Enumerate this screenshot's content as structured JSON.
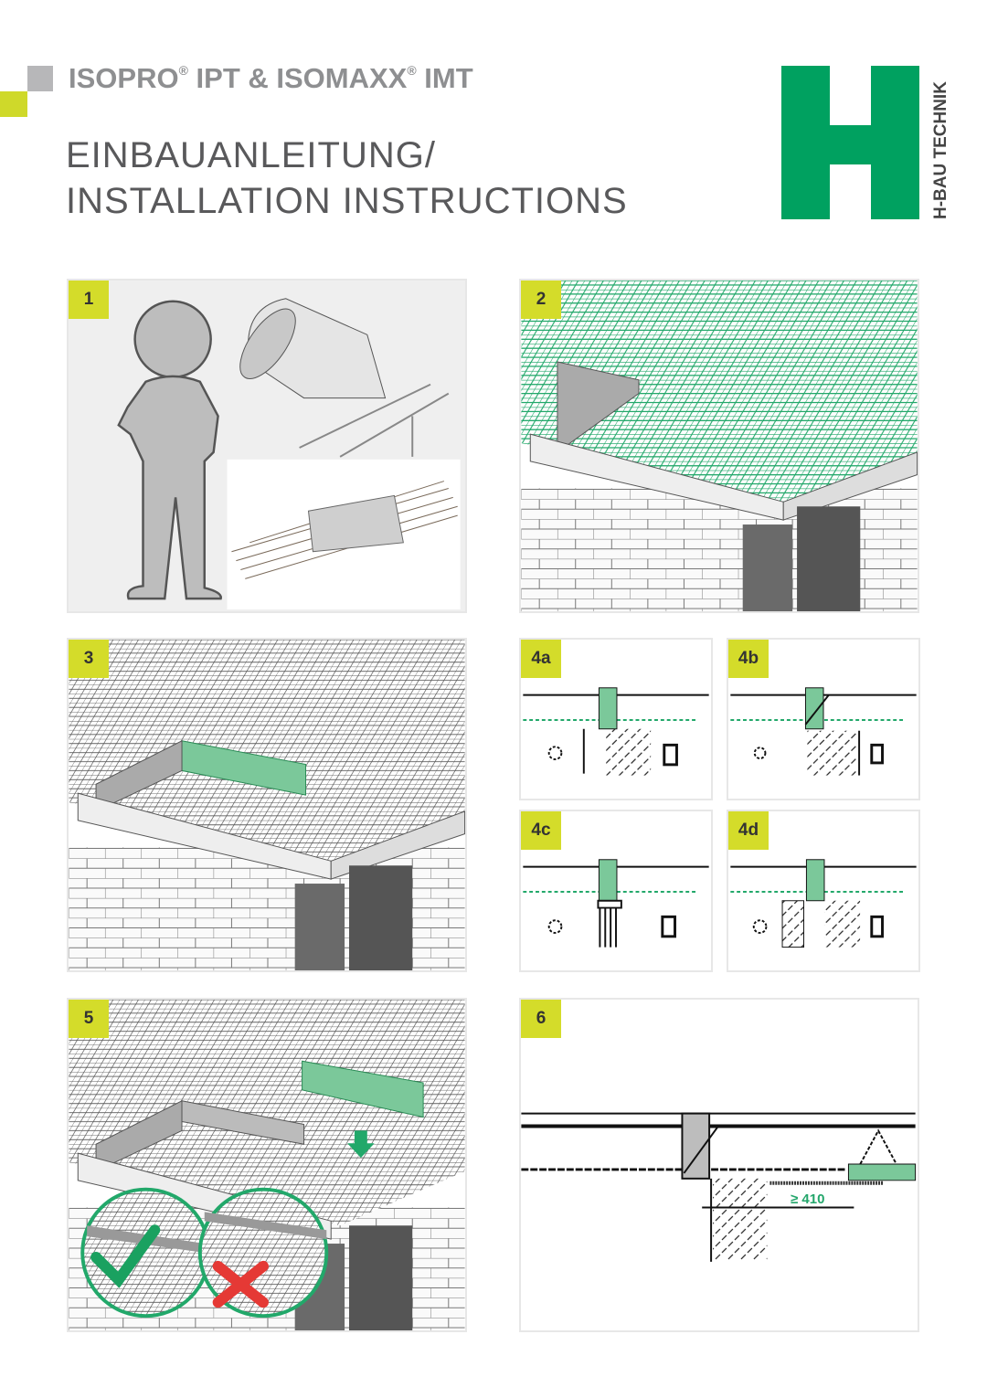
{
  "header": {
    "product_line": "ISOPRO® IPT & ISOMAXX® IMT",
    "product_part1": "ISOPRO",
    "product_part2": " IPT & ISOMAXX",
    "product_part3": " IMT",
    "registered_mark": "®",
    "title_line1": "EINBAUANLEITUNG/",
    "title_line2": "INSTALLATION INSTRUCTIONS"
  },
  "logo": {
    "letter": "H",
    "brand": "H-BAU TECHNIK"
  },
  "colors": {
    "brand_green": "#00a160",
    "step_badge": "#d4dc2a",
    "accent_grey": "#b7b7b9",
    "text_grey": "#59595b"
  },
  "steps": [
    {
      "label": "1"
    },
    {
      "label": "2"
    },
    {
      "label": "3"
    },
    {
      "label": "4a"
    },
    {
      "label": "4b"
    },
    {
      "label": "4c"
    },
    {
      "label": "4d"
    },
    {
      "label": "5"
    },
    {
      "label": "6"
    }
  ],
  "step6": {
    "dimension": "≥ 410"
  }
}
